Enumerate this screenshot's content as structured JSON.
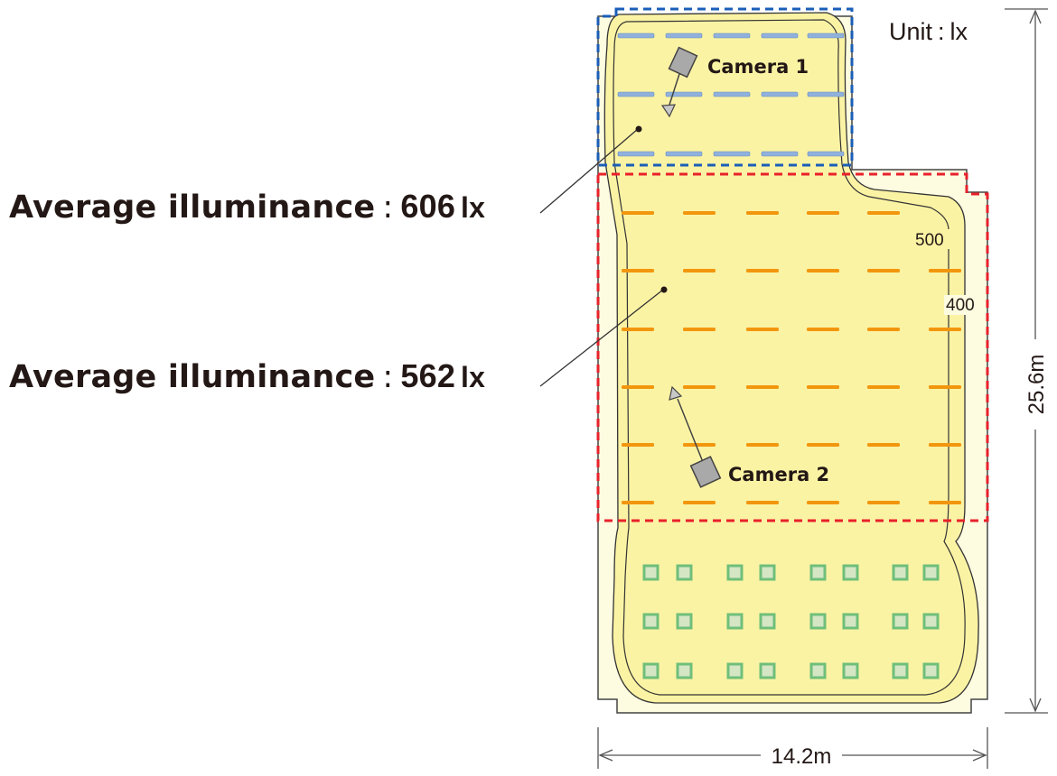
{
  "unit_note": {
    "label": "Unit",
    "separator": ":",
    "unit": "lx"
  },
  "callouts": [
    {
      "label": "Average illuminance",
      "separator": ":",
      "value": "606",
      "unit": "lx"
    },
    {
      "label": "Average illuminance",
      "separator": ":",
      "value": "562",
      "unit": "lx"
    }
  ],
  "cameras": [
    {
      "label": "Camera 1"
    },
    {
      "label": "Camera 2"
    }
  ],
  "contours": [
    {
      "label": "500"
    },
    {
      "label": "400"
    }
  ],
  "dimensions": {
    "width": "14.2m",
    "height": "25.6m"
  },
  "colors": {
    "zone_top_border": "#1a5eb8",
    "zone_bottom_border": "#e8212b",
    "illuminated_area": "#fbf3a4",
    "floor": "#fdfbe0",
    "top_luminaires": "#8fb1dc",
    "mid_luminaires": "#f2960d",
    "bottom_luminaires": "#8ccf94"
  }
}
